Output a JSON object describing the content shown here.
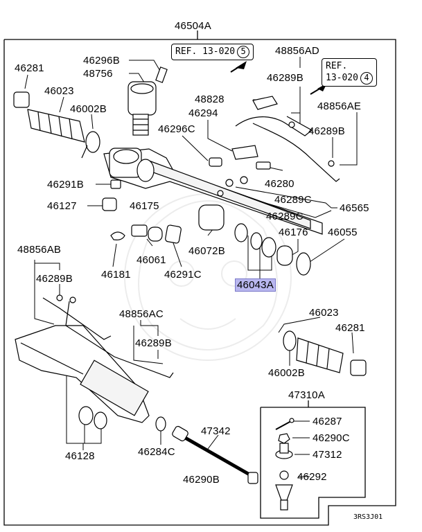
{
  "title_part": "46504A",
  "refs": [
    {
      "text": "REF. 13-020",
      "circle": "5"
    },
    {
      "text": "REF.",
      "text2": "13-020",
      "circle": "4"
    }
  ],
  "labels": {
    "p46281_top": "46281",
    "p46296B": "46296B",
    "p48756": "48756",
    "p46023_top": "46023",
    "p46002B_top": "46002B",
    "p48856AD": "48856AD",
    "p46289B_a": "46289B",
    "p48828": "48828",
    "p46294": "46294",
    "p48856AE": "48856AE",
    "p46296C": "46296C",
    "p46289B_b": "46289B",
    "p46291B": "46291B",
    "p46280": "46280",
    "p46289C_a": "46289C",
    "p46127": "46127",
    "p46175": "46175",
    "p46565": "46565",
    "p46289C_b": "46289C",
    "p46176": "46176",
    "p46055": "46055",
    "p48856AB": "48856AB",
    "p46072B": "46072B",
    "p46061": "46061",
    "p46289B_c": "46289B",
    "p46181": "46181",
    "p46291C": "46291C",
    "p46043A": "46043A",
    "p48856AC": "48856AC",
    "p46023_bot": "46023",
    "p46281_bot": "46281",
    "p46289B_d": "46289B",
    "p46002B_bot": "46002B",
    "p47310A": "47310A",
    "p46287": "46287",
    "p46290C": "46290C",
    "p47312": "47312",
    "p46292": "46292",
    "p47342": "47342",
    "p46128": "46128",
    "p46284C": "46284C",
    "p46290B": "46290B"
  },
  "diagram_code": "3RS3J01",
  "colors": {
    "highlight": "#b9b7ef",
    "line": "#000000"
  }
}
